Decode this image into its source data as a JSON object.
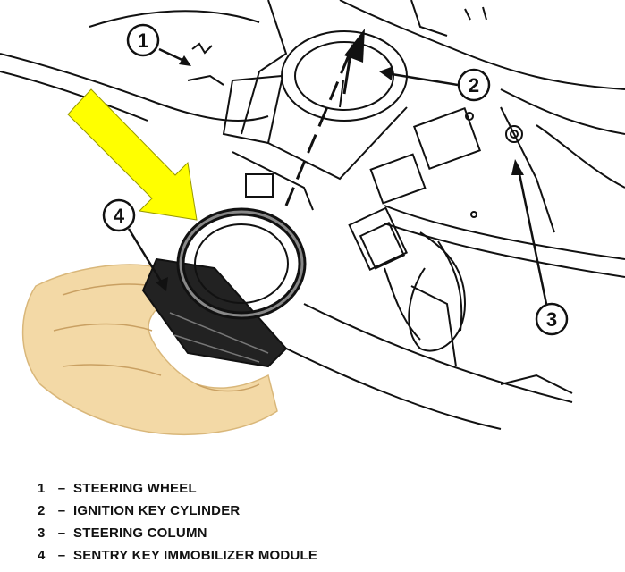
{
  "callouts": [
    {
      "number": "1",
      "target": "steering-wheel"
    },
    {
      "number": "2",
      "target": "ignition-key-cylinder"
    },
    {
      "number": "3",
      "target": "steering-column"
    },
    {
      "number": "4",
      "target": "sentry-key-immobilizer-module"
    }
  ],
  "legend": [
    {
      "number": "1",
      "separator": "–",
      "label": "STEERING WHEEL"
    },
    {
      "number": "2",
      "separator": "–",
      "label": "IGNITION KEY CYLINDER"
    },
    {
      "number": "3",
      "separator": "–",
      "label": "STEERING COLUMN"
    },
    {
      "number": "4",
      "separator": "–",
      "label": "SENTRY KEY IMMOBILIZER MODULE"
    }
  ],
  "colors": {
    "highlight_arrow": "#ffff00",
    "hand_fill": "#f3d9a6",
    "module_fill": "#222222",
    "line_art": "#111111",
    "background": "#ffffff"
  }
}
